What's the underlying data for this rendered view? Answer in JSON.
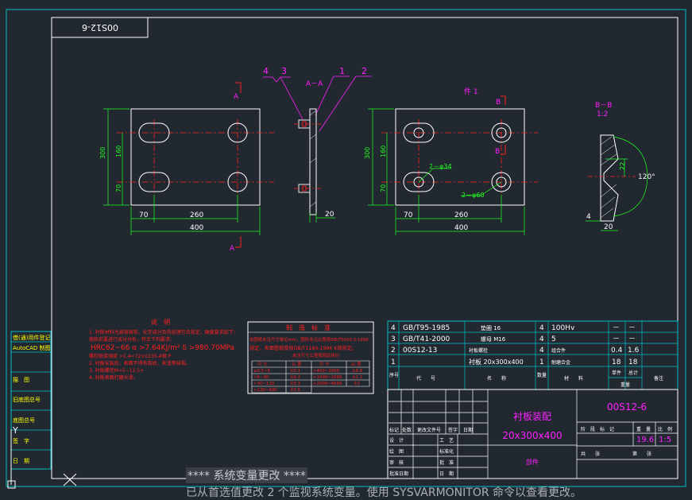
{
  "drawing_no": "00S12-6",
  "section_aa": "A－A",
  "section_label_a": "A",
  "section_label_b": "B",
  "section_bb": "B－B",
  "section_bb_scale": "1:2",
  "part1_label": "件 1",
  "balloons": [
    "4",
    "3",
    "1",
    "2"
  ],
  "dims": {
    "height_300": "300",
    "height_160": "160",
    "height_70": "70",
    "width_70": "70",
    "width_260": "260",
    "width_400": "400",
    "thk_20": "20",
    "hole_34": "2－φ34",
    "hole_60": "2－φ60",
    "bb_22": "22",
    "bb_120": "120°",
    "bb_4": "4",
    "bb_20": "20"
  },
  "notes": {
    "title": "说　明",
    "lines": [
      "1. 衬板材料为高铬铸铁，化学成分及热处理符合规定，硬度要求如下：",
      "   熔炼前要进行成分分析，符合下列要求：",
      "   HRC62~66  α >7.64KJ/m²  δ >980.70MPa",
      "   螺栓联接强度 >1.4=72×0235-A钢 P",
      "2. 衬板安装后，表面不得有裂纹、夹渣等缺陷。",
      "3. 衬板螺栓M=5~12.5+",
      "4. 衬板表面打磨光滑。"
    ]
  },
  "spec": {
    "title": "制　造　标　准",
    "line1": "本图纸未注尺寸单位mm，图形未注公差按GB/T5000.3-1998",
    "line2": "规定，表面粗糙度按GB/T1184-1996 K级规定。",
    "line3": "未注尺寸公差按规定执行",
    "table": [
      [
        "尺 寸",
        "公 差",
        "尺 寸",
        "公 差"
      ],
      [
        "≤0.5~6",
        "±0.1",
        ">400~1000",
        "±0.8"
      ],
      [
        ">6~30",
        "±0.2",
        ">1000~2000",
        "±1.2"
      ],
      [
        ">30~120",
        "±0.3",
        ">2000~4000",
        "±2"
      ],
      [
        ">120~400",
        "±0.5",
        "",
        ""
      ]
    ]
  },
  "bom": [
    [
      "4",
      "GB/T95-1985",
      "垫圈 16",
      "4",
      "100Hv",
      "－",
      "－",
      ""
    ],
    [
      "3",
      "GB/T41-2000",
      "螺母 M16",
      "4",
      "5",
      "－",
      "－",
      ""
    ],
    [
      "2",
      "00S12-13",
      "衬板螺栓",
      "4",
      "组合件",
      "0.4",
      "1.6",
      ""
    ],
    [
      "1",
      "",
      "衬板 20x300x400",
      "1",
      "耐磨合金",
      "18",
      "18",
      ""
    ]
  ],
  "bom_header": [
    "序号",
    "代　　号",
    "名　　称",
    "数量",
    "材　　料",
    "单件",
    "总计",
    "备注"
  ],
  "bom_weight": "重量",
  "title_block": {
    "part_name_1": "衬板装配",
    "part_name_2": "20x300x400",
    "drawing_no": "00S12-6",
    "mark_headers": [
      "标记",
      "处数",
      "更改文件号",
      "签字",
      "日期"
    ],
    "roles": [
      "设　计",
      "绘　图",
      "审　核",
      "批准日期"
    ],
    "roles2": [
      "工　艺",
      "标准化",
      "批　准",
      "日　期"
    ],
    "stage_headers": [
      "阶　段　标　记",
      "重　量",
      "比　例"
    ],
    "weight": "19.6",
    "scale": "1:5",
    "sheet_total": "共　　张",
    "sheet_no": "第　　张",
    "company": "部件"
  },
  "left_strip": [
    "借(通)用件登记",
    "AutoCAD 制图",
    "描　图",
    "旧底图总号",
    "底图总号",
    "签　字",
    "日　期"
  ],
  "command_line": {
    "line1": "****  系统变量更改  ****",
    "line2": "已从首选值更改 2 个监视系统变量。使用 SYSVARMONITOR 命令以查看更改。"
  },
  "colors": {
    "bg": "#212830",
    "frame": "#ffffff",
    "cyan": "#00c0c8",
    "yellow": "#ffff00",
    "red": "#ff2020",
    "magenta": "#ff20ff",
    "green": "#20ff20"
  }
}
